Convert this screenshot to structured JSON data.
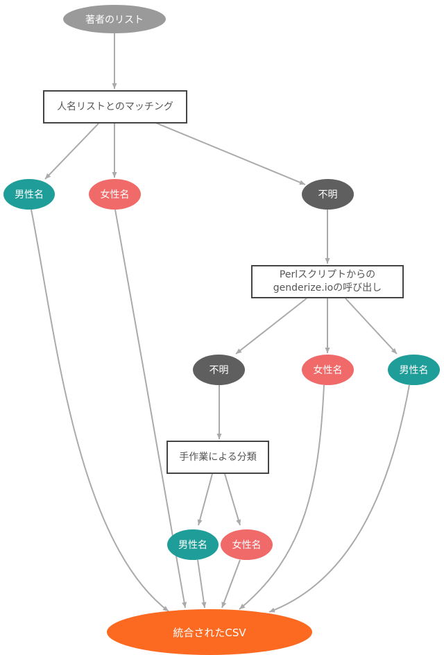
{
  "colors": {
    "start": "#9a9a9a",
    "unknown": "#5f5f5f",
    "male": "#1f9d99",
    "female": "#f06a6a",
    "csv": "#fc6a22",
    "arrow": "#aaaaaa",
    "box_border": "#444444"
  },
  "nodes": {
    "author_list": "著者のリスト",
    "name_matching": "人名リストとのマッチング",
    "male_1": "男性名",
    "female_1": "女性名",
    "unknown_1": "不明",
    "perl_line1": "Perlスクリプトからの",
    "perl_line2": "genderize.ioの呼び出し",
    "unknown_2": "不明",
    "female_2": "女性名",
    "male_2": "男性名",
    "manual": "手作業による分類",
    "male_3": "男性名",
    "female_3": "女性名",
    "merged_csv": "統合されたCSV"
  }
}
